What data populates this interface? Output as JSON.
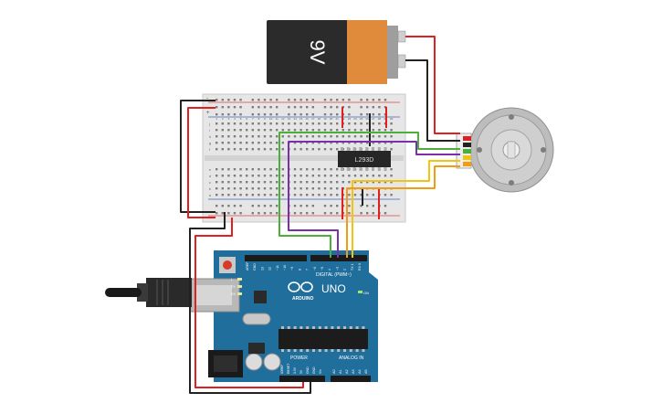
{
  "battery": {
    "label": "9V"
  },
  "driver_chip": {
    "label": "L293D"
  },
  "arduino": {
    "logo": "ARDUINO",
    "model": "UNO",
    "on_label": "ON",
    "digital_header": "DIGITAL (PWM~)",
    "power_header": "POWER",
    "analog_header": "ANALOG IN",
    "led_labels": [
      "L",
      "TX",
      "RX"
    ],
    "digital_pins": [
      "AREF",
      "GND",
      "13",
      "12",
      "~11",
      "~10",
      "~9",
      "8",
      "7",
      "~6",
      "~5",
      "4",
      "~3",
      "2",
      "TX 1",
      "RX 0"
    ],
    "power_pins": [
      "IOREF",
      "RESET",
      "3.3V",
      "5V",
      "GND",
      "GND",
      "Vin"
    ],
    "analog_pins": [
      "A0",
      "A1",
      "A2",
      "A3",
      "A4",
      "A5"
    ]
  },
  "breadboard": {
    "rail_signs": [
      "-",
      "+"
    ],
    "column_numbers": [
      "1",
      "2",
      "3",
      "4",
      "5",
      "6",
      "7",
      "8",
      "9",
      "10",
      "11",
      "12",
      "13",
      "14",
      "15",
      "16",
      "17",
      "18",
      "19",
      "20",
      "21",
      "22",
      "23",
      "24",
      "25",
      "26",
      "27",
      "28",
      "29",
      "30"
    ],
    "row_letters_top": [
      "j",
      "i",
      "h",
      "g",
      "f"
    ],
    "row_letters_bottom": [
      "e",
      "d",
      "c",
      "b",
      "a"
    ]
  },
  "colors": {
    "board_blue": "#1f6e9c",
    "wire_red": "#e02020",
    "wire_black": "#222222",
    "wire_green": "#4caf3a",
    "wire_purple": "#7b2fa8",
    "wire_yellow": "#f2c40c",
    "wire_orange": "#f39c12",
    "battery_body": "#2d2d2d",
    "battery_label": "#e08a3c"
  }
}
